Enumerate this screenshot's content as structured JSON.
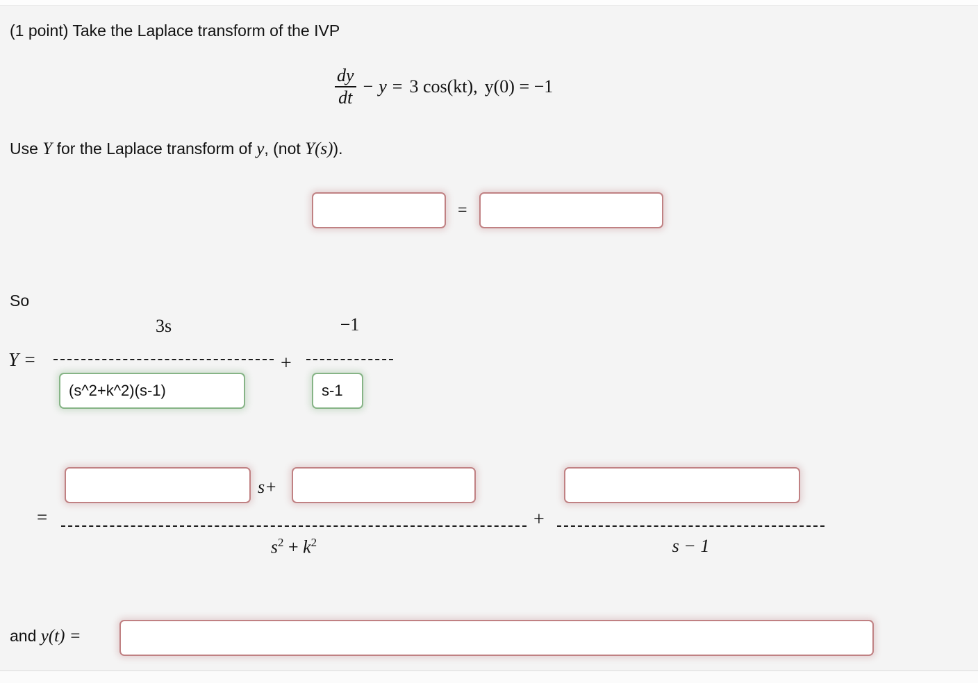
{
  "problem": {
    "points_label": "(1 point) Take the Laplace transform of the IVP",
    "equation": {
      "frac_numerator": "dy",
      "frac_denominator": "dt",
      "minus": "−",
      "y": "y",
      "equals": "=",
      "rhs": "3 cos(kt),",
      "ic": "y(0) = −1",
      "plain": "dy/dt − y = 3 cos(kt), y(0) = −1"
    },
    "instruction": {
      "part1": "Use ",
      "Y": "Y",
      "part2": " for the Laplace transform of ",
      "y": "y",
      "part3": ", (not ",
      "Ys": "Y(s)",
      "part4": ")."
    }
  },
  "transform_row": {
    "left_input": {
      "value": "",
      "placeholder": ""
    },
    "equals": "=",
    "right_input": {
      "value": "",
      "placeholder": ""
    }
  },
  "so_section": {
    "so_label": "So",
    "y_equals": "Y =",
    "term1": {
      "numerator": "3s",
      "denominator_input": {
        "value": "(s^2+k^2)(s-1)",
        "placeholder": "",
        "state": "correct"
      }
    },
    "plus": "+",
    "term2": {
      "numerator": "−1",
      "denominator_input": {
        "value": "s-1",
        "placeholder": "",
        "state": "correct"
      }
    }
  },
  "partial_fractions": {
    "equals": "=",
    "term1": {
      "numerator_input_a": {
        "value": "",
        "placeholder": ""
      },
      "s_plus": "s+",
      "numerator_input_b": {
        "value": "",
        "placeholder": ""
      },
      "denominator": "s² + k²",
      "denominator_base": "s",
      "denominator_exp": "2",
      "denominator_mid": " + ",
      "denominator_base2": "k",
      "denominator_exp2": "2"
    },
    "plus": "+",
    "term2": {
      "numerator_input": {
        "value": "",
        "placeholder": ""
      },
      "denominator": "s − 1"
    }
  },
  "final_answer": {
    "label_prefix": "and ",
    "label_math": "y(t) =",
    "input": {
      "value": "",
      "placeholder": ""
    }
  },
  "colors": {
    "page_background": "#f4f4f4",
    "input_border_unanswered": "#c08183",
    "input_border_correct": "#86b486",
    "text": "#111111",
    "rule": "#dcdcdc"
  }
}
